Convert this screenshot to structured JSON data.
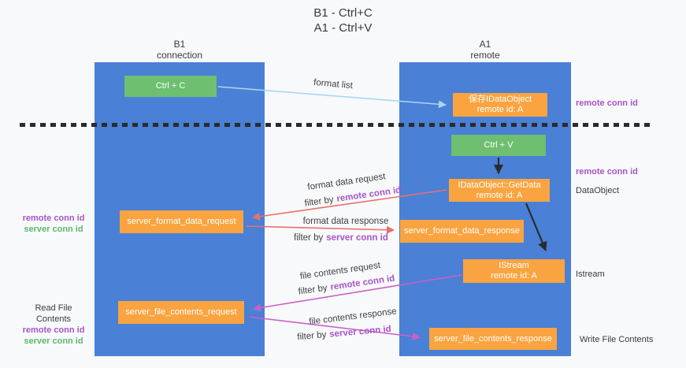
{
  "title": {
    "line1": "B1 - Ctrl+C",
    "line2": "A1 - Ctrl+V"
  },
  "colors": {
    "column_blue": "#4a80d5",
    "box_green": "#6ebf70",
    "box_orange": "#f9a440",
    "arrow_lightblue": "#a9d6f5",
    "arrow_black": "#2b2b2b",
    "arrow_salmon": "#e7706e",
    "arrow_magenta": "#cc5fc6",
    "text_purple": "#a855c8",
    "text_green": "#5cb96a"
  },
  "columns": {
    "left": {
      "title": "B1",
      "subtitle": "connection"
    },
    "right": {
      "title": "A1",
      "subtitle": "remote"
    }
  },
  "nodes": {
    "ctrl_c": {
      "label": "Ctrl + C"
    },
    "save_dataobject": {
      "line1": "保存IDataObject",
      "line2": "remote id: A"
    },
    "ctrl_v": {
      "label": "Ctrl + V"
    },
    "getdata": {
      "line1": "IDataObject::GetData",
      "line2": "remote id: A"
    },
    "format_request": {
      "label": "server_format_data_request"
    },
    "format_response": {
      "label": "server_format_data_response"
    },
    "istream": {
      "line1": "IStream",
      "line2": "remote id: A"
    },
    "file_request": {
      "label": "server_file_contents_request"
    },
    "file_response": {
      "label": "server_file_contents_response"
    }
  },
  "flow_labels": {
    "format_list": "format list",
    "format_data_request": "format data request",
    "format_data_response": "format data response",
    "file_contents_request": "file contents request",
    "file_contents_response": "file contents response",
    "filter_by": "filter by",
    "remote_conn_id": "remote conn id",
    "server_conn_id": "server conn id"
  },
  "side_labels": {
    "right_remote_conn_top": "remote conn id",
    "right_remote_conn_mid": "remote conn id",
    "dataobject": "DataObject",
    "istream": "Istream",
    "write_file_contents": "Write File Contents",
    "read_file_contents": "Read File Contents",
    "left_remote_conn_mid": "remote conn id",
    "left_server_conn_mid": "server conn id",
    "left_remote_conn_bottom": "remote conn id",
    "left_server_conn_bottom": "server conn id"
  }
}
